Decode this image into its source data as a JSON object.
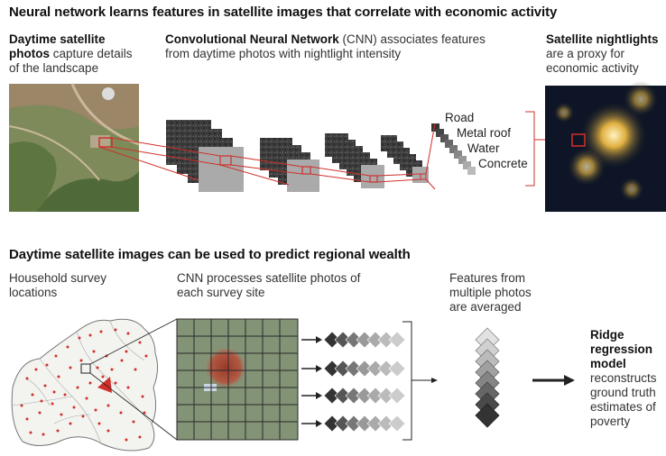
{
  "top": {
    "title": "Neural network learns features in satellite images that correlate with economic activity",
    "daytime": {
      "bold1": "Daytime satellite",
      "bold2": "photos",
      "rest1": " capture details",
      "rest2": "of the landscape"
    },
    "cnn": {
      "bold": "Convolutional Neural Network",
      "rest1": " (CNN) associates features",
      "rest2": "from daytime photos with nightlight intensity"
    },
    "nightlights": {
      "bold": "Satellite nightlights",
      "rest1": "are a proxy for",
      "rest2": "economic activity"
    },
    "features": [
      "Road",
      "Metal roof",
      "Water",
      "Concrete"
    ]
  },
  "bottom": {
    "title": "Daytime satellite images can be used to predict regional wealth",
    "survey": {
      "line1": "Household survey",
      "line2": "locations"
    },
    "cnn_proc": {
      "line1": "CNN processes satellite photos of",
      "line2": "each survey site"
    },
    "features": {
      "line1": "Features from",
      "line2": "multiple photos",
      "line3": "are averaged"
    },
    "ridge": {
      "bold1": "Ridge",
      "bold2": "regression",
      "bold3": "model",
      "rest1": "reconstructs",
      "rest2": "ground truth",
      "rest3": "estimates of",
      "rest4": "poverty"
    }
  }
}
